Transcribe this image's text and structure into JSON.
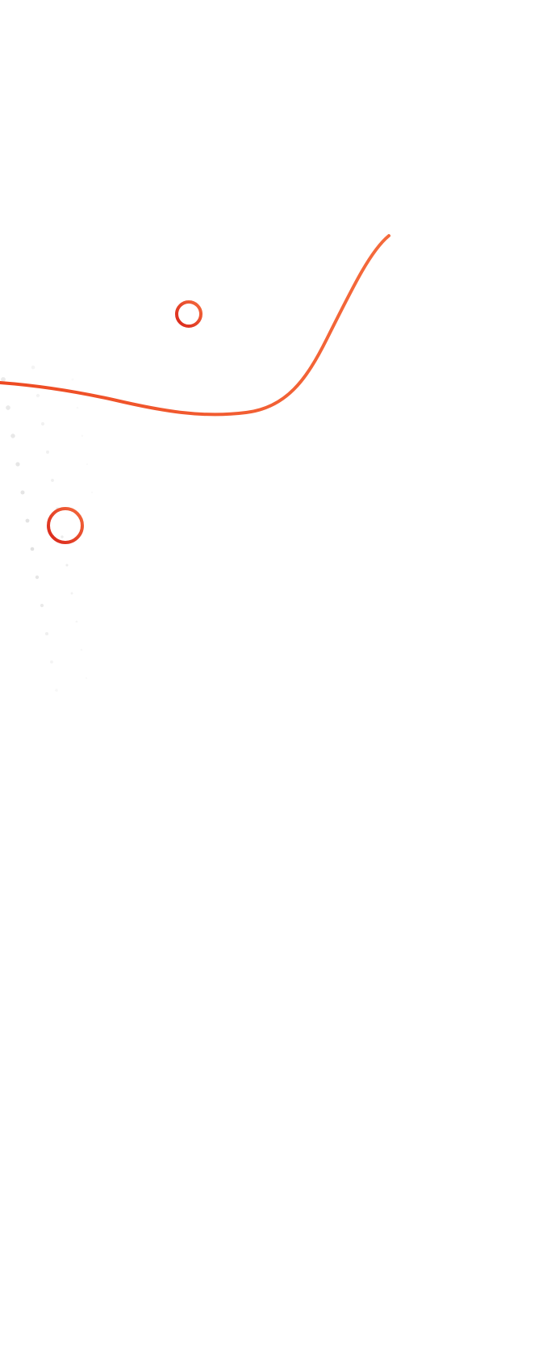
{
  "decor": {
    "accent_color": "#f25a30",
    "accent_dark": "#e1341c",
    "dot_color": "#d8d8d8",
    "elements": [
      "wave-line",
      "ring-small",
      "ring-large",
      "dot-pattern"
    ]
  }
}
